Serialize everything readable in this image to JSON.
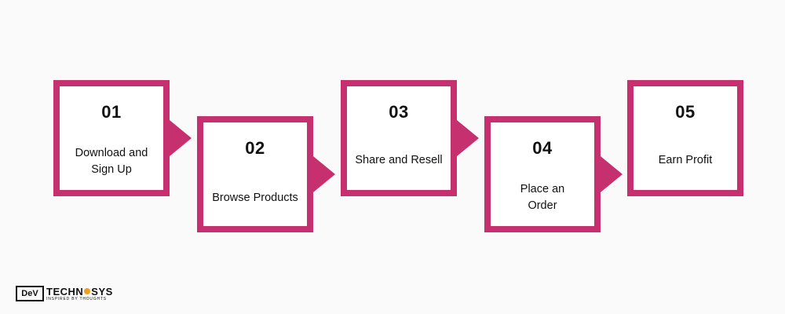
{
  "accent_color": "#c7306f",
  "steps": [
    {
      "number": "01",
      "label_line1": "Download and",
      "label_line2": "Sign Up"
    },
    {
      "number": "02",
      "label_line1": "Browse Products",
      "label_line2": ""
    },
    {
      "number": "03",
      "label_line1": "Share and Resell",
      "label_line2": ""
    },
    {
      "number": "04",
      "label_line1": "Place an",
      "label_line2": "Order"
    },
    {
      "number": "05",
      "label_line1": "Earn Profit",
      "label_line2": ""
    }
  ],
  "logo": {
    "mark": "DeV",
    "name_part1": "TECHN",
    "name_part2": "SYS",
    "tagline": "INSPIRED BY THOUGHTS"
  }
}
